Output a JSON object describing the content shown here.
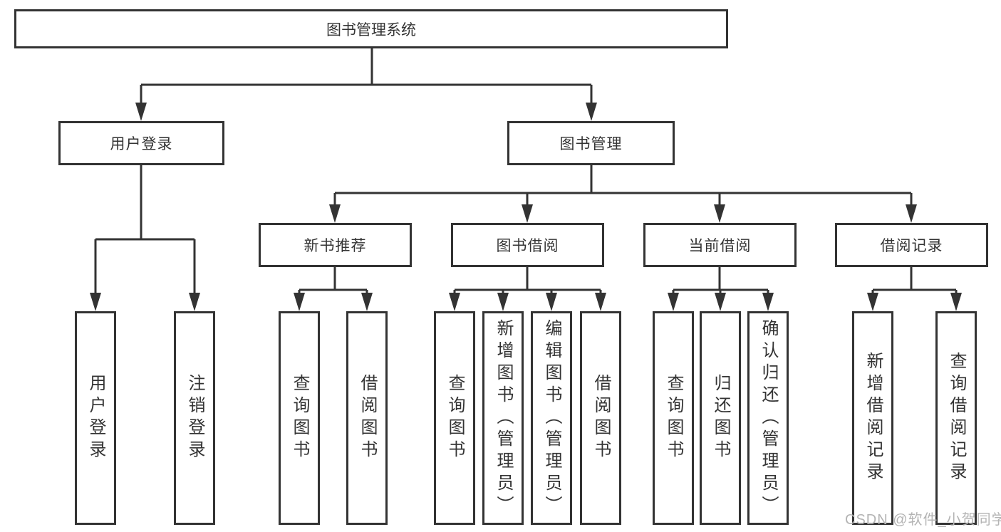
{
  "diagram": {
    "type": "hierarchy-tree",
    "root": {
      "label": "图书管理系统",
      "children": [
        {
          "label": "用户登录",
          "children": [
            {
              "label": "用户登录"
            },
            {
              "label": "注销登录"
            }
          ]
        },
        {
          "label": "图书管理",
          "children": [
            {
              "label": "新书推荐",
              "children": [
                {
                  "label": "查询图书"
                },
                {
                  "label": "借阅图书"
                }
              ]
            },
            {
              "label": "图书借阅",
              "children": [
                {
                  "label": "查询图书"
                },
                {
                  "label": "新增图书（管理员）"
                },
                {
                  "label": "编辑图书（管理员）"
                },
                {
                  "label": "借阅图书"
                }
              ]
            },
            {
              "label": "当前借阅",
              "children": [
                {
                  "label": "查询图书"
                },
                {
                  "label": "归还图书"
                },
                {
                  "label": "确认归还（管理员）"
                }
              ]
            },
            {
              "label": "借阅记录",
              "children": [
                {
                  "label": "新增借阅记录"
                },
                {
                  "label": "查询借阅记录"
                }
              ]
            }
          ]
        }
      ]
    }
  },
  "watermark": {
    "text": "CSDN @软件_小贺同学"
  },
  "colors": {
    "line": "#333333",
    "text": "#333333",
    "box_background": "#ffffff",
    "watermark": "#b4b4b4",
    "background": "#ffffff"
  }
}
